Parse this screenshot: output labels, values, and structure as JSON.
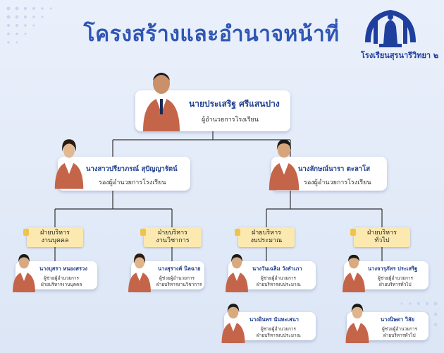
{
  "title": "โครงสร้างและอำนาจหน้าที่",
  "logo": {
    "text": "โรงเรียนสุรนารีวิทยา ๒"
  },
  "colors": {
    "title": "#2f56b5",
    "name": "#1f3f8f",
    "tag": "#fbe9b0",
    "tag_tab": "#f2c34a",
    "line": "#333333"
  },
  "director": {
    "name": "นายประเสริฐ  ศรีแสนปาง",
    "role": "ผู้อำนวยการโรงเรียน"
  },
  "deputies": [
    {
      "name": "นางสาวปรียาภรณ์  สุปัญญารัตน์",
      "role": "รองผู้อำนวยการโรงเรียน"
    },
    {
      "name": "นางลักษณ์นารา  ตะลาโส",
      "role": "รองผู้อำนวยการโรงเรียน"
    }
  ],
  "departments": [
    {
      "line1": "ฝ่ายบริหาร",
      "line2": "งานบุคคล",
      "staff": [
        {
          "name": "นางบุสรา  หนองสรวง",
          "role1": "ผู้ช่วยผู้อำนวยการ",
          "role2": "ฝ่ายบริหารงานบุคคล"
        }
      ]
    },
    {
      "line1": "ฝ่ายบริหาร",
      "line2": "งานวิชาการ",
      "staff": [
        {
          "name": "นางสุรางค์  นิลฉาย",
          "role1": "ผู้ช่วยผู้อำนวยการ",
          "role2": "ฝ่ายบริหารงานวิชาการ"
        }
      ]
    },
    {
      "line1": "ฝ่ายบริหาร",
      "line2": "งบประมาณ",
      "staff": [
        {
          "name": "นางวันเฉลิม  วังสำเภา",
          "role1": "ผู้ช่วยผู้อำนวยการ",
          "role2": "ฝ่ายบริหารงบประมาณ"
        },
        {
          "name": "นางอินพร  นันทะเสนา",
          "role1": "ผู้ช่วยผู้อำนวยการ",
          "role2": "ฝ่ายบริหารงบประมาณ"
        }
      ]
    },
    {
      "line1": "ฝ่ายบริหาร",
      "line2": "ทั่วไป",
      "staff": [
        {
          "name": "นางจารุภัทร  ประเสริฐ",
          "role1": "ผู้ช่วยผู้อำนวยการ",
          "role2": "ฝ่ายบริหารทั่วไป"
        },
        {
          "name": "นางนิษดา  วิลัย",
          "role1": "ผู้ช่วยผู้อำนวยการ",
          "role2": "ฝ่ายบริหารทั่วไป"
        }
      ]
    }
  ]
}
